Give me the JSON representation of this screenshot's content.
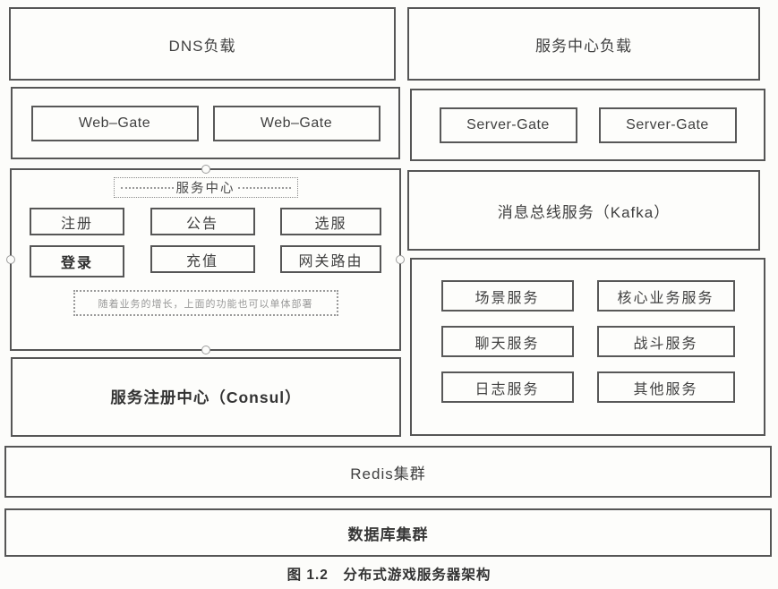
{
  "diagram": {
    "left": {
      "dns_label": "DNS负载",
      "web_gates": [
        "Web–Gate",
        "Web–Gate"
      ],
      "service_center": {
        "title": "服务中心",
        "functions": [
          "注册",
          "公告",
          "选服",
          "登录",
          "充值",
          "网关路由"
        ],
        "note": "随着业务的增长，上面的功能也可以单体部署"
      },
      "consul_label": "服务注册中心（Consul）"
    },
    "right": {
      "center_load_label": "服务中心负载",
      "server_gates": [
        "Server-Gate",
        "Server-Gate"
      ],
      "kafka_label": "消息总线服务（Kafka）",
      "services": [
        "场景服务",
        "核心业务服务",
        "聊天服务",
        "战斗服务",
        "日志服务",
        "其他服务"
      ]
    },
    "bottom": {
      "redis_label": "Redis集群",
      "database_label": "数据库集群"
    },
    "caption": "图 1.2　分布式游戏服务器架构"
  },
  "colors": {
    "border": "#565656",
    "text": "#404040",
    "note_text": "#9a9a9a",
    "background": "#fcfcfa"
  }
}
